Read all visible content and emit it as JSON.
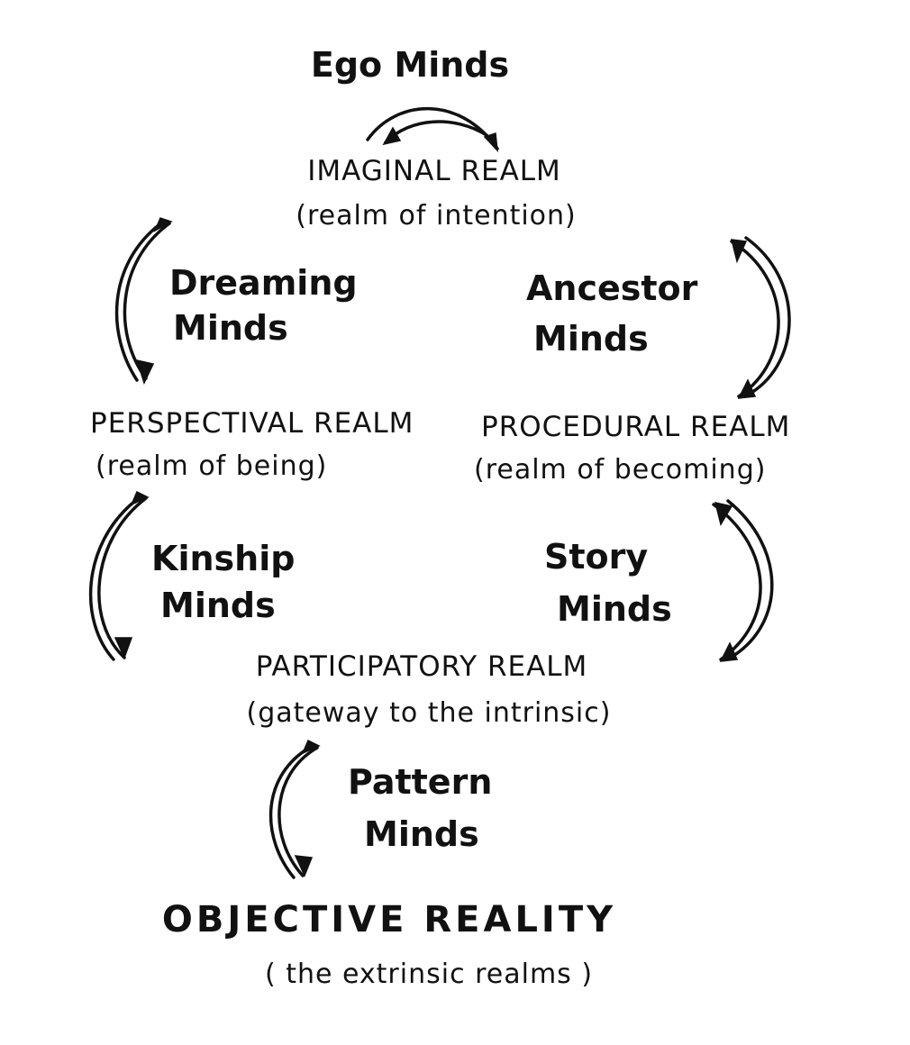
{
  "ego_minds": "Ego Minds",
  "imaginal": {
    "title": "IMAGINAL REALM",
    "subtitle": "(realm of intention)"
  },
  "dreaming": {
    "line1": "Dreaming",
    "line2": "Minds"
  },
  "ancestor": {
    "line1": "Ancestor",
    "line2": "Minds"
  },
  "perspectival": {
    "title": "PERSPECTIVAL REALM",
    "subtitle": "(realm of being)"
  },
  "procedural": {
    "title": "PROCEDURAL REALM",
    "subtitle": "(realm of becoming)"
  },
  "kinship": {
    "line1": "Kinship",
    "line2": "Minds"
  },
  "story": {
    "line1": "Story",
    "line2": "Minds"
  },
  "participatory": {
    "title": "PARTICIPATORY REALM",
    "subtitle": "(gateway to the intrinsic)"
  },
  "pattern": {
    "line1": "Pattern",
    "line2": "Minds"
  },
  "objective": {
    "title": "OBJECTIVE REALITY",
    "subtitle": "( the extrinsic realms )"
  },
  "colors": {
    "ink": "#111111",
    "background": "#ffffff"
  }
}
